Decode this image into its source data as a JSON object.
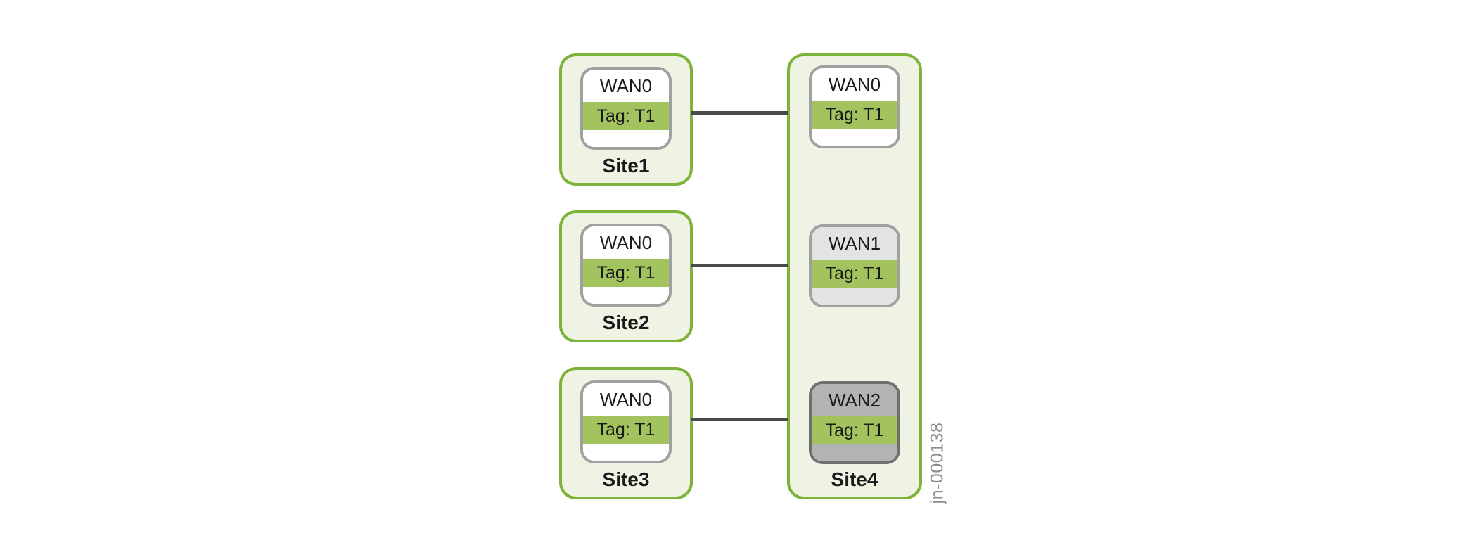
{
  "figure_id": "jn-000138",
  "colors": {
    "site_border": "#7DB339",
    "site_fill": "#EFF3E3",
    "tag_band": "#A3C35F",
    "node_border": "#A0A0A0",
    "node_border_dark": "#6F6F6F",
    "node_fill_white": "#FFFFFF",
    "node_fill_light_gray": "#E3E3E3",
    "node_fill_dark_gray": "#B3B3B3",
    "connector": "#4A4A4A",
    "text": "#1A1A1A",
    "figure_id_color": "#8C8C8C"
  },
  "sites": [
    {
      "name": "Site1",
      "nodes": [
        {
          "label": "WAN0",
          "tag": "Tag: T1",
          "variant": "white"
        }
      ]
    },
    {
      "name": "Site2",
      "nodes": [
        {
          "label": "WAN0",
          "tag": "Tag: T1",
          "variant": "white"
        }
      ]
    },
    {
      "name": "Site3",
      "nodes": [
        {
          "label": "WAN0",
          "tag": "Tag: T1",
          "variant": "white"
        }
      ]
    },
    {
      "name": "Site4",
      "nodes": [
        {
          "label": "WAN0",
          "tag": "Tag: T1",
          "variant": "white"
        },
        {
          "label": "WAN1",
          "tag": "Tag: T1",
          "variant": "light-gray"
        },
        {
          "label": "WAN2",
          "tag": "Tag: T1",
          "variant": "dark-gray"
        }
      ]
    }
  ],
  "connections": [
    {
      "from": "Site1 WAN0",
      "to": "Site4 WAN0"
    },
    {
      "from": "Site2 WAN0",
      "to": "Site4 WAN1"
    },
    {
      "from": "Site3 WAN0",
      "to": "Site4 WAN2"
    }
  ]
}
